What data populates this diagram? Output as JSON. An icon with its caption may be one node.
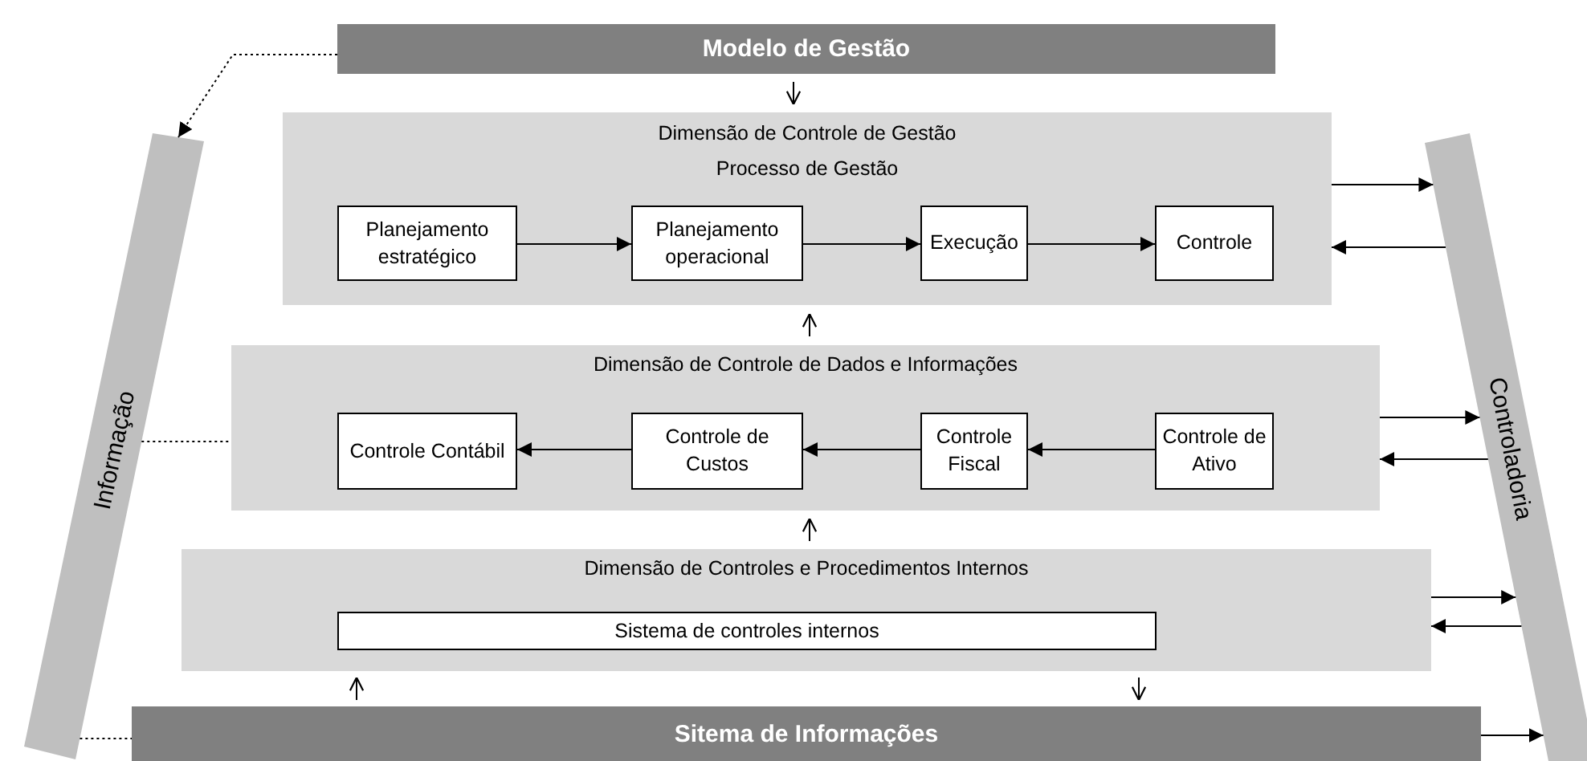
{
  "diagram": {
    "nodes": [
      {
        "text": [
          "Modelo de Gestão"
        ]
      },
      {
        "text": [
          "Informação"
        ]
      },
      {
        "text": [
          "Controladoria"
        ]
      },
      {
        "text": [
          "Dimensão de Controle de Gestão",
          "Processo de Gestão"
        ]
      },
      {
        "text": [
          "Planejamento estratégico"
        ],
        "in": 3
      },
      {
        "text": [
          "Planejamento operacional"
        ],
        "in": 3
      },
      {
        "text": [
          "Execução"
        ],
        "in": 3
      },
      {
        "text": [
          "Controle"
        ],
        "in": 3
      },
      {
        "text": [
          "Dimensão de Controle de Dados e Informações"
        ]
      },
      {
        "text": [
          "Controle Contábil"
        ],
        "in": 8
      },
      {
        "text": [
          "Controle de Custos"
        ],
        "in": 8
      },
      {
        "text": [
          "Controle Fiscal"
        ],
        "in": 8
      },
      {
        "text": [
          "Controle de Ativo"
        ],
        "in": 8
      },
      {
        "text": [
          "Dimensão de Controles e Procedimentos Internos"
        ]
      },
      {
        "text": [
          "Sistema de controles internos"
        ],
        "in": 13
      },
      {
        "text": [
          "Sitema de Informações"
        ]
      }
    ],
    "edges": [
      {
        "from": 0,
        "to": 1,
        "arrow": "to",
        "style": "dashed"
      },
      {
        "from": 0,
        "to": 3,
        "arrow": "to"
      },
      {
        "from": 4,
        "to": 5,
        "arrow": "to"
      },
      {
        "from": 5,
        "to": 6,
        "arrow": "to"
      },
      {
        "from": 6,
        "to": 7,
        "arrow": "to"
      },
      {
        "from": 3,
        "to": 2,
        "arrow": "to"
      },
      {
        "from": 2,
        "to": 3,
        "arrow": "to"
      },
      {
        "from": 8,
        "to": 3,
        "arrow": "to"
      },
      {
        "from": 12,
        "to": 11,
        "arrow": "to"
      },
      {
        "from": 11,
        "to": 10,
        "arrow": "to"
      },
      {
        "from": 10,
        "to": 9,
        "arrow": "to"
      },
      {
        "from": 1,
        "to": 8,
        "arrow": "none",
        "style": "dashed"
      },
      {
        "from": 8,
        "to": 2,
        "arrow": "to"
      },
      {
        "from": 2,
        "to": 8,
        "arrow": "to"
      },
      {
        "from": 13,
        "to": 8,
        "arrow": "to"
      },
      {
        "from": 13,
        "to": 2,
        "arrow": "to"
      },
      {
        "from": 2,
        "to": 13,
        "arrow": "to"
      },
      {
        "from": 15,
        "to": 13,
        "arrow": "to"
      },
      {
        "from": 13,
        "to": 15,
        "arrow": "to"
      },
      {
        "from": 1,
        "to": 15,
        "arrow": "none",
        "style": "dashed"
      },
      {
        "from": 15,
        "to": 2,
        "arrow": "to"
      }
    ]
  }
}
